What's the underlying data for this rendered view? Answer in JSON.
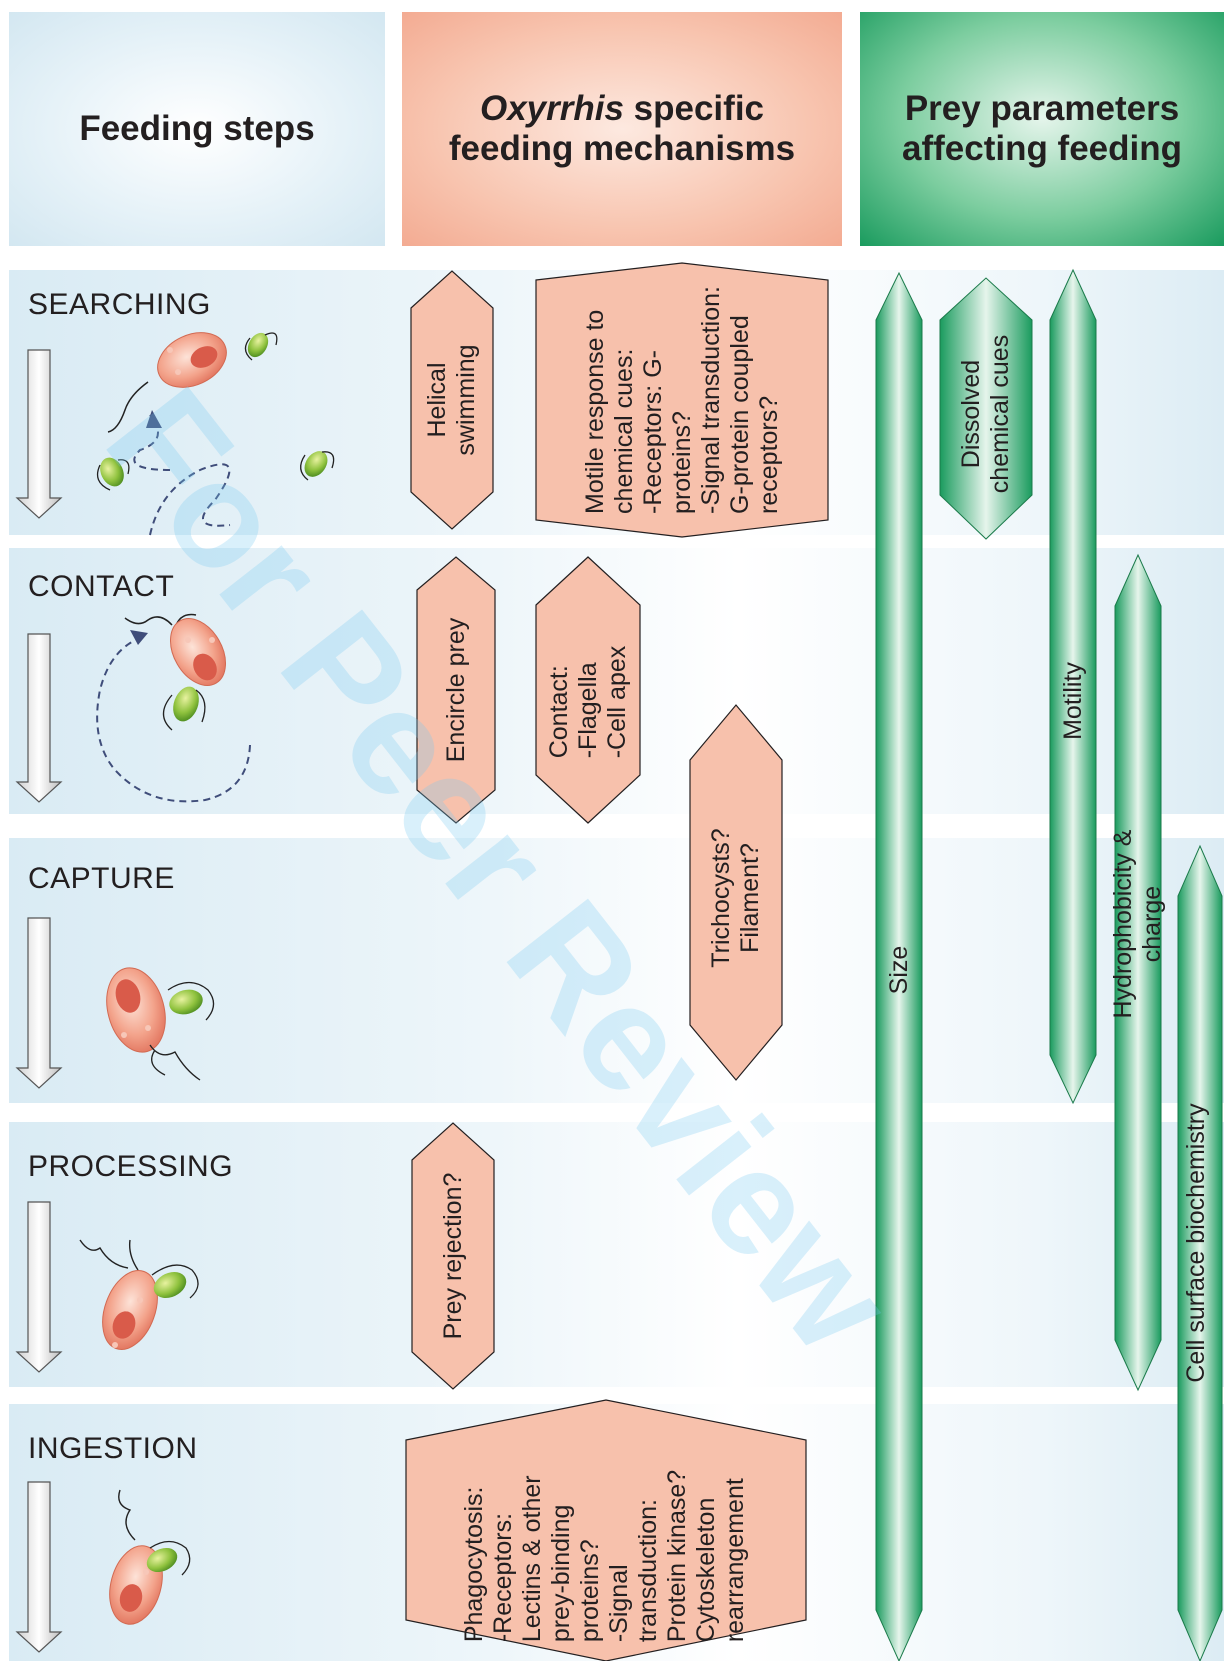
{
  "headers": {
    "col1": "Feeding steps",
    "col2_italic": "Oxyrrhis",
    "col2_rest": " specific",
    "col2_line2": "feeding mechanisms",
    "col3_line1": "Prey parameters",
    "col3_line2": "affecting feeding"
  },
  "steps": {
    "searching": "SEARCHING",
    "contact": "CONTACT",
    "capture": "CAPTURE",
    "processing": "PROCESSING",
    "ingestion": "INGESTION"
  },
  "mechanisms": {
    "helical": "Helical\nswimming",
    "motile": "Motile response to\nchemical cues:\n-Receptors: G-\nproteins?\n-Signal transduction:\nG-protein coupled\nreceptors?",
    "encircle": "Encircle prey",
    "contact": "Contact:\n-Flagella\n-Cell apex",
    "tricho": "Trichocysts?\nFilament?",
    "rejection": "Prey rejection?",
    "phago": "Phagocytosis:\n-Receptors:\nLectins & other\nprey-binding\nproteins?\n-Signal\ntransduction:\nProtein kinase?\nCytoskeleton\nrearrangement"
  },
  "parameters": {
    "size": "Size",
    "dissolved": "Dissolved\nchemical cues",
    "motility": "Motility",
    "hydro": "Hydrophobicity & charge",
    "surface": "Cell surface biochemistry"
  },
  "watermark": "For Peer Review",
  "colors": {
    "peach": "#f7c1ac",
    "peach_stroke": "#231f20",
    "green_dark": "#1a9b5e",
    "green_light": "#e6f5ec",
    "text": "#231f20"
  }
}
